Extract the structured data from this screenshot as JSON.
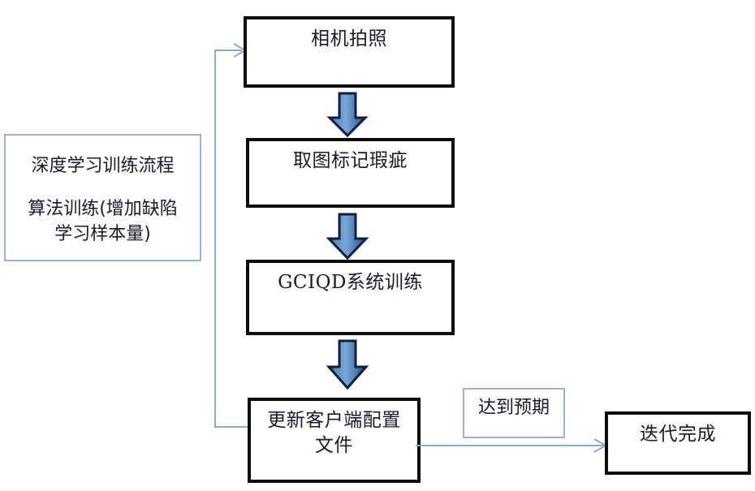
{
  "diagram": {
    "title_note": {
      "line1": "深度学习训练流程",
      "line2": "算法训练(增加缺陷\n学习样本量)"
    },
    "nodes": [
      {
        "id": "camera-capture",
        "label": "相机拍照"
      },
      {
        "id": "mark-defects",
        "label": "取图标记瑕疵"
      },
      {
        "id": "gciqd-training",
        "label": "GCIQD系统训练"
      },
      {
        "id": "update-config",
        "label": "更新客户端配置\n文件"
      },
      {
        "id": "iteration-done",
        "label": "迭代完成"
      }
    ],
    "edge_labels": [
      {
        "id": "meets-expectation",
        "label": "达到预期"
      }
    ],
    "colors": {
      "box_border": "#0d0d0d",
      "note_border": "#9cb2cd",
      "arrow_fill_light": "#6f9bd1",
      "arrow_fill_dark": "#2f5f96",
      "arrow_outline": "#0d1f3c",
      "connector_line": "#8faac8",
      "text": "#1a1a2e",
      "background": "#ffffff"
    }
  }
}
